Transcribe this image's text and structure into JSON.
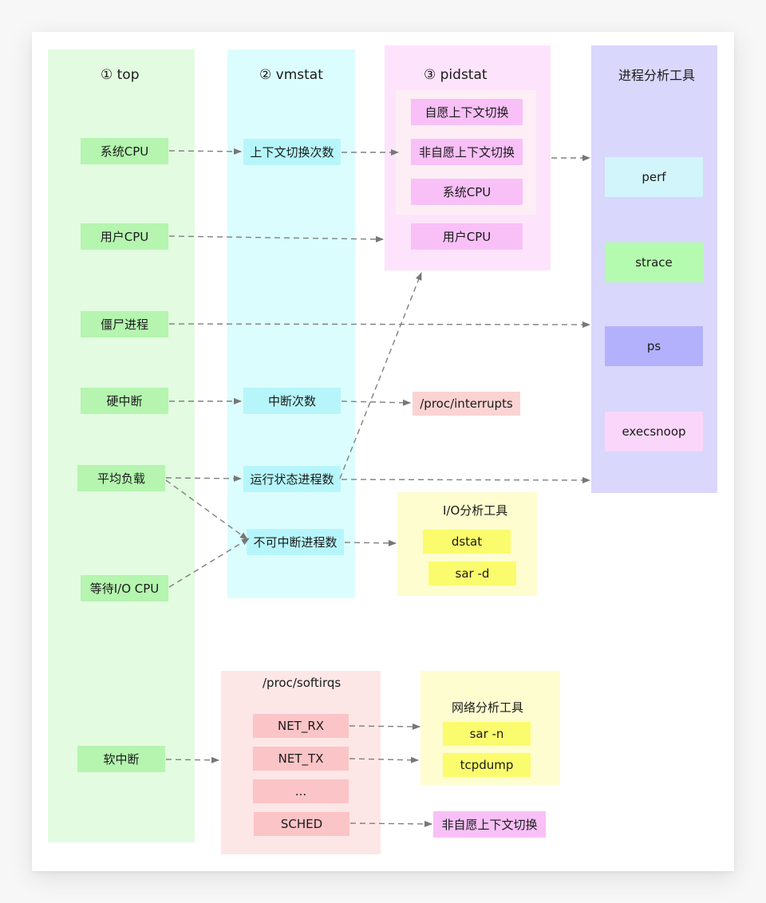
{
  "diagram": {
    "columns": {
      "top": {
        "title": "① top",
        "items": [
          "系统CPU",
          "用户CPU",
          "僵尸进程",
          "硬中断",
          "平均负载",
          "等待I/O CPU",
          "软中断"
        ]
      },
      "vmstat": {
        "title": "② vmstat",
        "items": [
          "上下文切换次数",
          "中断次数",
          "运行状态进程数",
          "不可中断进程数"
        ]
      },
      "pidstat": {
        "title": "③ pidstat",
        "items": [
          "自愿上下文切换",
          "非自愿上下文切换",
          "系统CPU",
          "用户CPU"
        ]
      },
      "process_tools": {
        "title": "进程分析工具",
        "items": [
          "perf",
          "strace",
          "ps",
          "execsnoop"
        ]
      }
    },
    "proc_interrupts": "/proc/interrupts",
    "io_tools": {
      "title": "I/O分析工具",
      "items": [
        "dstat",
        "sar -d"
      ]
    },
    "softirqs": {
      "title": "/proc/softirqs",
      "items": [
        "NET_RX",
        "NET_TX",
        "...",
        "SCHED"
      ]
    },
    "net_tools": {
      "title": "网络分析工具",
      "items": [
        "sar -n",
        "tcpdump"
      ]
    },
    "sched_target": "非自愿上下文切换",
    "edges": [
      {
        "from": "top.系统CPU",
        "to": "vmstat.上下文切换次数"
      },
      {
        "from": "vmstat.上下文切换次数",
        "to": "pidstat.自愿/非自愿上下文切换"
      },
      {
        "from": "pidstat",
        "to": "进程分析工具"
      },
      {
        "from": "top.用户CPU",
        "to": "pidstat.用户CPU"
      },
      {
        "from": "top.僵尸进程",
        "to": "进程分析工具"
      },
      {
        "from": "top.硬中断",
        "to": "vmstat.中断次数"
      },
      {
        "from": "vmstat.中断次数",
        "to": "/proc/interrupts"
      },
      {
        "from": "top.平均负载",
        "to": "vmstat.运行状态进程数"
      },
      {
        "from": "top.平均负载",
        "to": "vmstat.不可中断进程数"
      },
      {
        "from": "top.等待I/O CPU",
        "to": "vmstat.不可中断进程数"
      },
      {
        "from": "vmstat.运行状态进程数",
        "to": "pidstat"
      },
      {
        "from": "vmstat.运行状态进程数",
        "to": "进程分析工具"
      },
      {
        "from": "vmstat.不可中断进程数",
        "to": "I/O分析工具"
      },
      {
        "from": "top.软中断",
        "to": "/proc/softirqs"
      },
      {
        "from": "softirqs.NET_RX",
        "to": "网络分析工具"
      },
      {
        "from": "softirqs.NET_TX",
        "to": "网络分析工具"
      },
      {
        "from": "softirqs.SCHED",
        "to": "非自愿上下文切换"
      }
    ],
    "colors": {
      "arrow": "#777777",
      "top_panel": "#e3fbe0",
      "vmstat_panel": "#dcfdfd",
      "pidstat_panel": "#fde3fb",
      "process_tools_panel": "#d9d7fb",
      "tools_panel_yellow": "#fdfdcf",
      "softirqs_panel": "#fde6e6"
    }
  }
}
